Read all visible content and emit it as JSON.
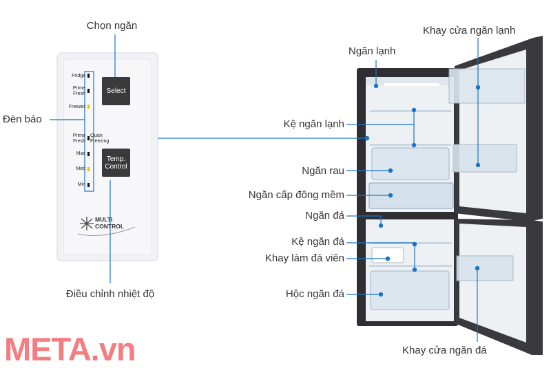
{
  "labels": {
    "select_section": "Chọn ngăn",
    "indicator_lights": "Đèn báo",
    "temp_adjust": "Điều chỉnh nhiệt độ",
    "fridge_door_tray": "Khay cửa ngăn lạnh",
    "fridge_compartment": "Ngăn lạnh",
    "fridge_shelf": "Kệ ngăn lạnh",
    "vegetable_drawer": "Ngăn rau",
    "soft_freeze": "Ngăn cấp đông mềm",
    "freezer_compartment": "Ngăn đá",
    "freezer_shelf": "Kệ ngăn đá",
    "ice_tray": "Khay làm đá viên",
    "freezer_drawer": "Hộc ngăn đá",
    "freezer_door_tray": "Khay cửa ngăn đá"
  },
  "panel": {
    "modes": [
      "Fridge",
      "Prime Fresh",
      "Freezer",
      "Prime Fresh",
      "Quick Freezing",
      "Max",
      "Med",
      "Min"
    ],
    "select_button": "Select",
    "temp_button_line1": "Temp.",
    "temp_button_line2": "Control",
    "logo_line1": "MULTI",
    "logo_line2": "CONTROL"
  },
  "brand": {
    "text": "META.vn",
    "color": "#f37d80"
  },
  "colors": {
    "callout": "#1a73c7",
    "fridge_body": "#2f2f33",
    "fridge_interior": "#eef1f4"
  }
}
